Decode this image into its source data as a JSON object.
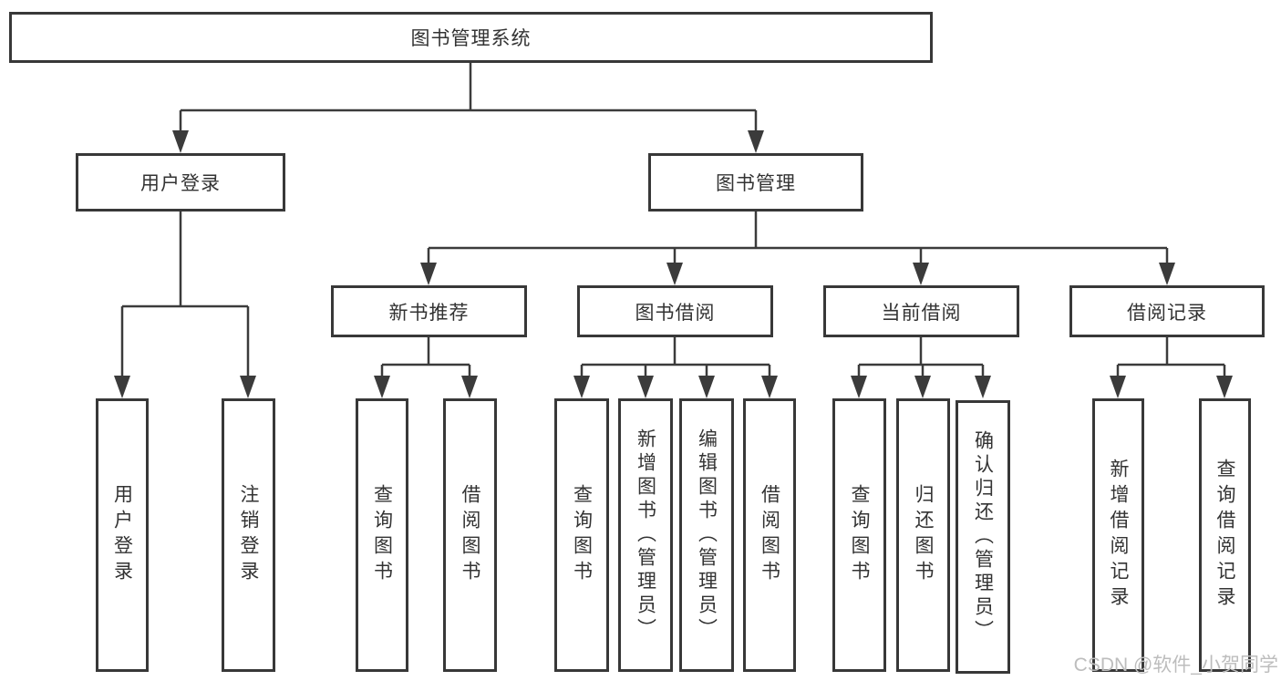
{
  "diagram": {
    "root": {
      "label": "图书管理系统"
    },
    "level2": [
      {
        "label": "用户登录"
      },
      {
        "label": "图书管理"
      }
    ],
    "level3": [
      {
        "label": "新书推荐"
      },
      {
        "label": "图书借阅"
      },
      {
        "label": "当前借阅"
      },
      {
        "label": "借阅记录"
      }
    ],
    "leaves": {
      "user_login": [
        {
          "label": "用户登录"
        },
        {
          "label": "注销登录"
        }
      ],
      "new_book": [
        {
          "label": "查询图书"
        },
        {
          "label": "借阅图书"
        }
      ],
      "book_borrow": [
        {
          "label": "查询图书"
        },
        {
          "label": "新增图书（管理员）"
        },
        {
          "label": "编辑图书（管理员）"
        },
        {
          "label": "借阅图书"
        }
      ],
      "current_borrow": [
        {
          "label": "查询图书"
        },
        {
          "label": "归还图书"
        },
        {
          "label": "确认归还（管理员）"
        }
      ],
      "borrow_record": [
        {
          "label": "新增借阅记录"
        },
        {
          "label": "查询借阅记录"
        }
      ]
    }
  },
  "watermark": "CSDN @软件_小贺同学",
  "colors": {
    "line": "#3b3b3b",
    "border": "#383838",
    "text": "#333333",
    "watermark": "#bdbdbd",
    "background": "#ffffff"
  }
}
